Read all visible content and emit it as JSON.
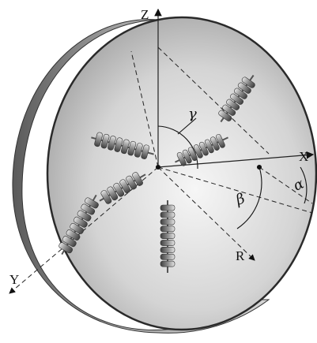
{
  "labels": {
    "z_axis": "Z",
    "x_axis": "X",
    "y_axis": "Y",
    "r_axis": "R",
    "gamma": "γ",
    "beta": "β",
    "alpha": "α"
  },
  "colors": {
    "shell_dark": "#4a4a4a",
    "shell_light": "#d9d9d9",
    "face_center": "#f4f4f4",
    "face_edge": "#9a9a9a",
    "axis": "#111111",
    "coil": "#8c8c8c"
  },
  "assemblies": [
    {
      "name": "upper-right-coil"
    },
    {
      "name": "center-right-coil"
    },
    {
      "name": "upper-left-coil"
    },
    {
      "name": "center-left-coil"
    },
    {
      "name": "lower-left-coil"
    },
    {
      "name": "lower-center-coil"
    }
  ]
}
